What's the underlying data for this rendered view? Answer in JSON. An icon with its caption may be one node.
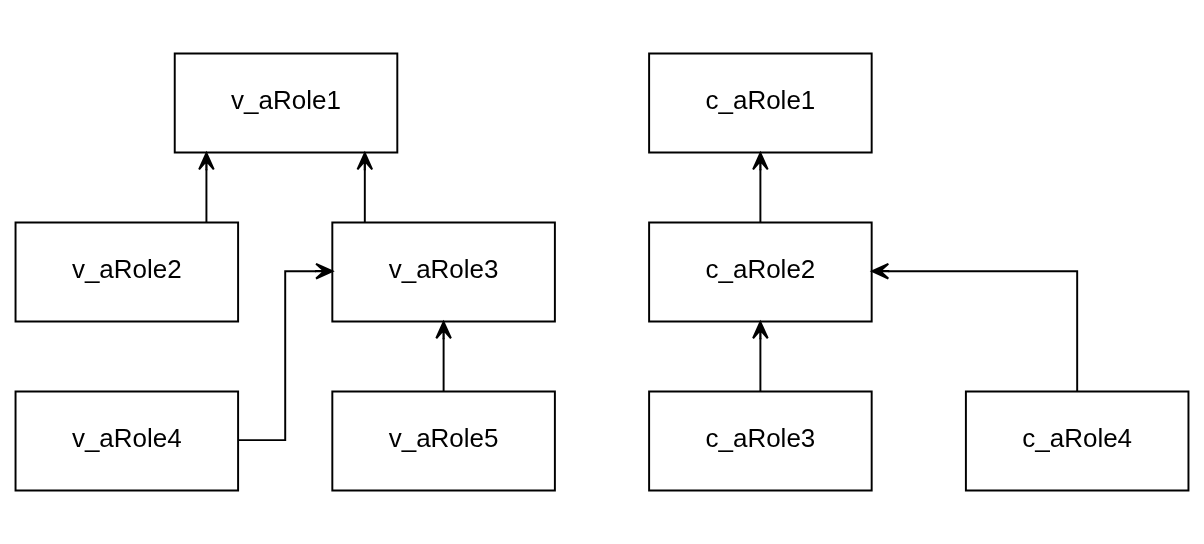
{
  "diagram": {
    "nodes": [
      {
        "text": [
          "v_aRole1"
        ]
      },
      {
        "text": [
          "v_aRole2"
        ]
      },
      {
        "text": [
          "v_aRole3"
        ]
      },
      {
        "text": [
          "v_aRole4"
        ]
      },
      {
        "text": [
          "v_aRole5"
        ]
      },
      {
        "text": [
          "c_aRole1"
        ]
      },
      {
        "text": [
          "c_aRole2"
        ]
      },
      {
        "text": [
          "c_aRole3"
        ]
      },
      {
        "text": [
          "c_aRole4"
        ]
      }
    ],
    "edges": [
      {
        "from": 1,
        "to": 0,
        "arrow": "to"
      },
      {
        "from": 2,
        "to": 0,
        "arrow": "to"
      },
      {
        "from": 3,
        "to": 2,
        "arrow": "to"
      },
      {
        "from": 4,
        "to": 2,
        "arrow": "to"
      },
      {
        "from": 6,
        "to": 5,
        "arrow": "to"
      },
      {
        "from": 7,
        "to": 6,
        "arrow": "to"
      },
      {
        "from": 8,
        "to": 6,
        "arrow": "to"
      }
    ]
  }
}
